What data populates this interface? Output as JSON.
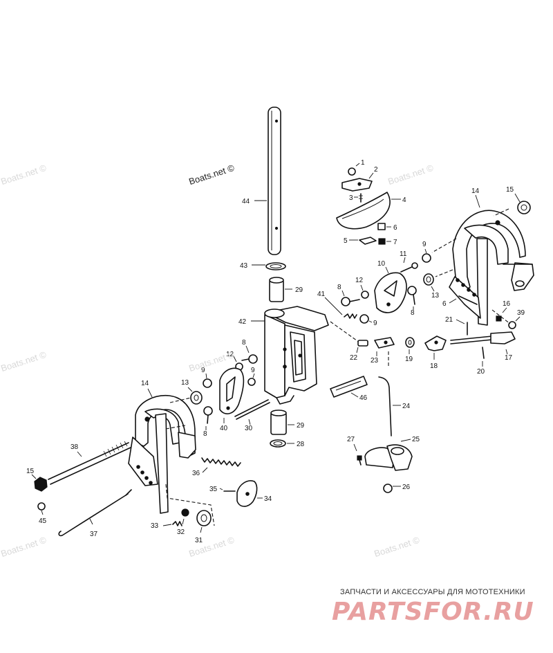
{
  "watermark": "Boats.net ©",
  "brand": {
    "caption": "ЗАПЧАСТИ И АКСЕССУАРЫ ДЛЯ МОТОТЕХНИКИ",
    "logo": "PARTSFOR.RU"
  },
  "callouts": [
    "1",
    "2",
    "3",
    "4",
    "5",
    "6",
    "7",
    "8",
    "9",
    "10",
    "11",
    "12",
    "13",
    "14",
    "15",
    "16",
    "17",
    "18",
    "19",
    "20",
    "21",
    "22",
    "23",
    "24",
    "25",
    "26",
    "27",
    "28",
    "29",
    "30",
    "31",
    "32",
    "33",
    "34",
    "35",
    "36",
    "37",
    "38",
    "39",
    "40",
    "41",
    "42",
    "43",
    "44",
    "45",
    "46"
  ],
  "colors": {
    "line": "#111111",
    "watermark": "#d8d8d8",
    "logo": "#e8a0a0"
  }
}
